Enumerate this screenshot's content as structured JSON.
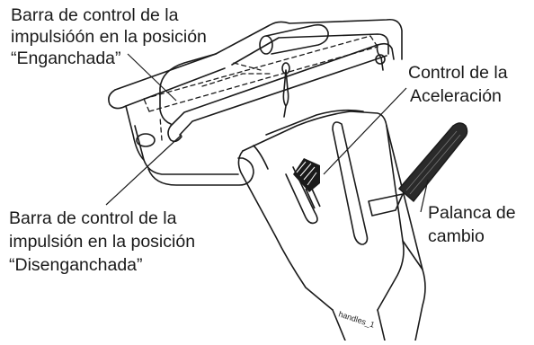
{
  "labels": {
    "engaged": {
      "line1": "Barra de control de la",
      "line2": "impulsióón en la posición",
      "line3": "“Enganchada”"
    },
    "throttle": {
      "line1": "Control de la",
      "line2": "Aceleración"
    },
    "disengaged": {
      "line1": "Barra de control de la",
      "line2": "impulsión en la posición",
      "line3": "“Disenganchada”"
    },
    "shift": {
      "line1": "Palanca de",
      "line2": "cambio"
    },
    "figure_tag": "handles_1"
  },
  "colors": {
    "ink": "#1a1a1a",
    "grip": "#2a2a2a",
    "paper": "#ffffff"
  }
}
